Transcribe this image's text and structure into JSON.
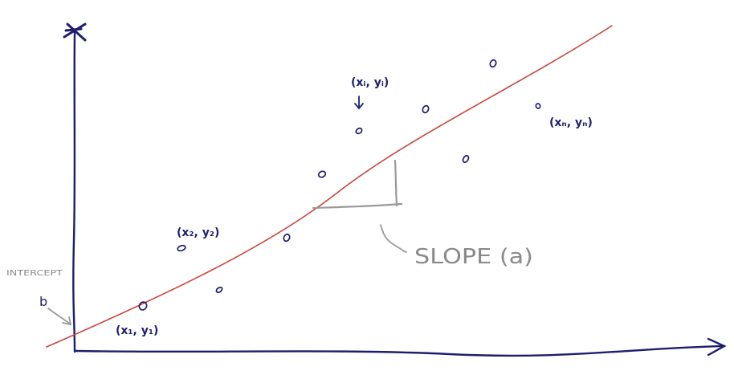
{
  "diagram": {
    "axes": {
      "color": "#1e1e6e"
    },
    "regression_line": {
      "color": "#c8453a"
    },
    "slope_marker": {
      "color": "#999999"
    },
    "points": [
      {
        "id": "p1",
        "label": "(x₁, y₁)"
      },
      {
        "id": "p2",
        "label": "(x₂, y₂)"
      },
      {
        "id": "p3",
        "label": ""
      },
      {
        "id": "p4",
        "label": ""
      },
      {
        "id": "p5",
        "label": ""
      },
      {
        "id": "p6",
        "label": "(xᵢ, yᵢ)"
      },
      {
        "id": "p7",
        "label": ""
      },
      {
        "id": "p8",
        "label": ""
      },
      {
        "id": "p9",
        "label": ""
      },
      {
        "id": "p10",
        "label": "(xₙ, yₙ)"
      }
    ],
    "labels": {
      "intercept": "INTERCEPT",
      "intercept_symbol": "b",
      "slope": "SLOPE (a)"
    }
  }
}
